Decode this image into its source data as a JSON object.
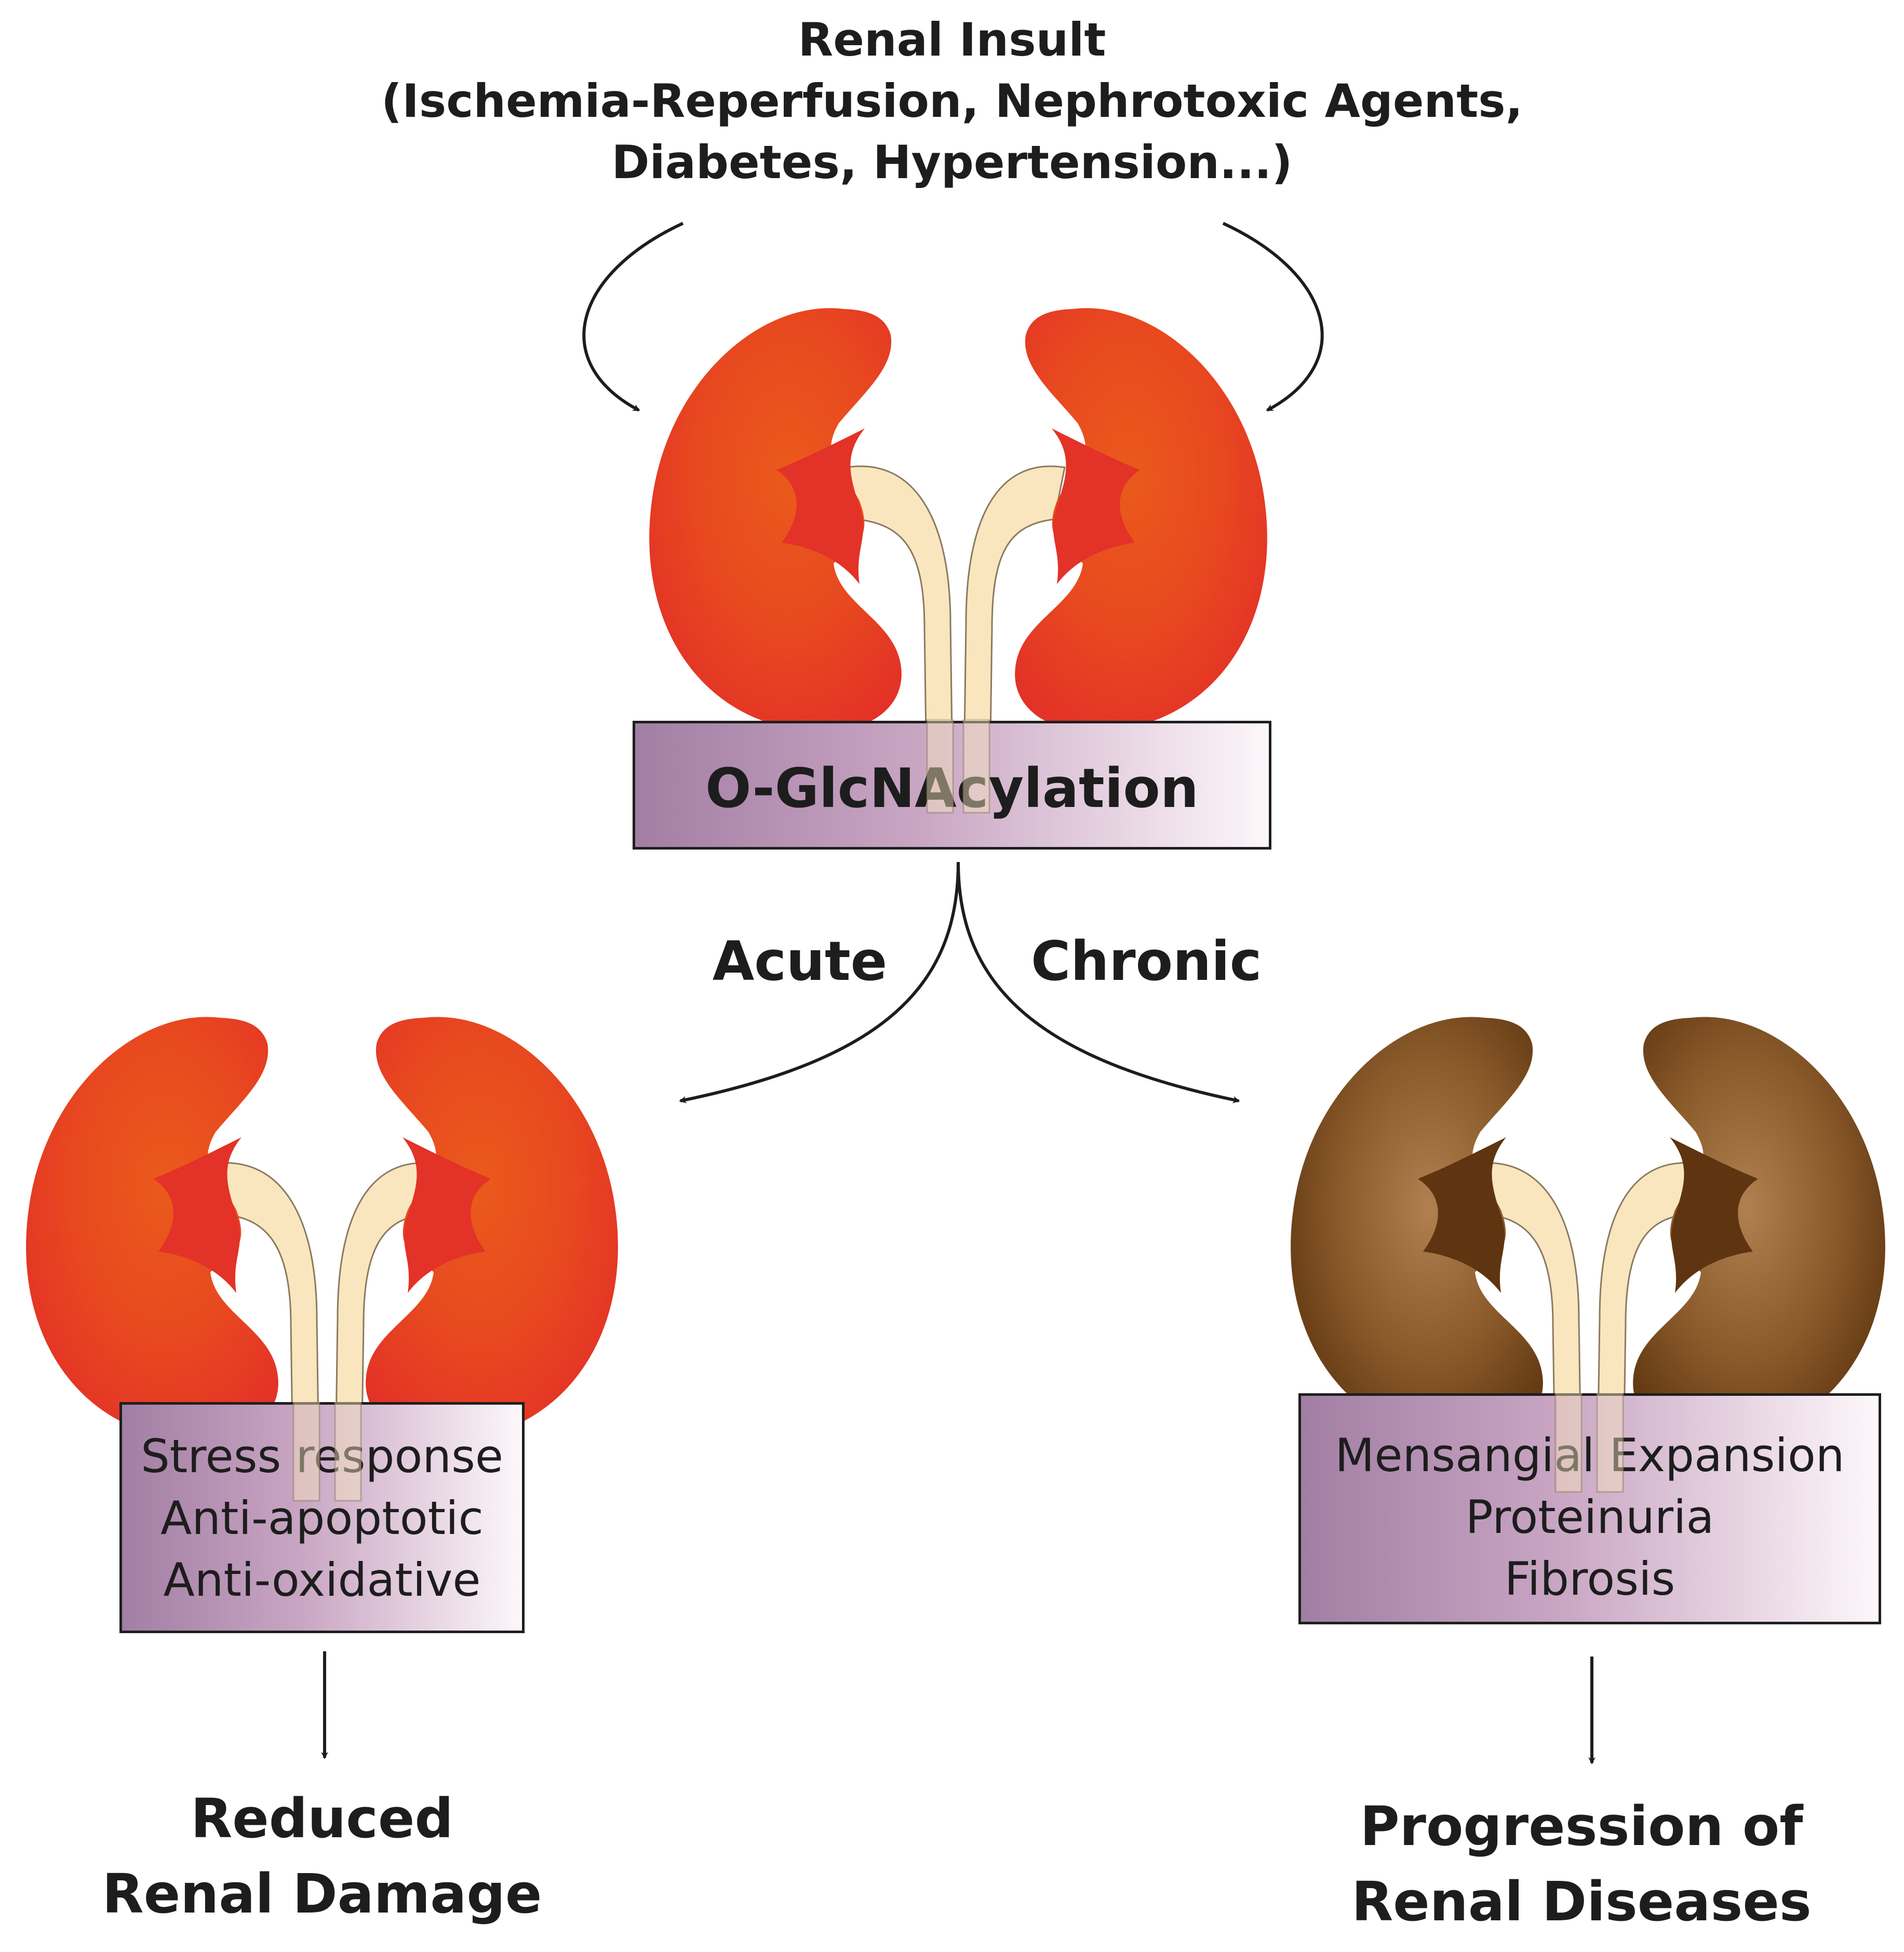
{
  "insult": {
    "title": "Renal Insult",
    "line2": "(Ischemia-Reperfusion, Nephrotoxic Agents,",
    "line3": "Diabetes, Hypertension...)"
  },
  "center": {
    "label": "O-GlcNAcylation"
  },
  "branches": {
    "acute": "Acute",
    "chronic": "Chronic"
  },
  "acute_box": {
    "lines": [
      "Stress response",
      "Anti-apoptotic",
      "Anti-oxidative"
    ]
  },
  "chronic_box": {
    "lines": [
      "Mensangial Expansion",
      "Proteinuria",
      "Fibrosis"
    ]
  },
  "outcomes": {
    "acute": [
      "Reduced",
      "Renal Damage"
    ],
    "chronic": [
      "Progression of",
      "Renal Diseases"
    ]
  },
  "colors": {
    "healthy_kidney": "#e93a2c",
    "healthy_kidney_highlight": "#ea5a1c",
    "diseased_kidney": "#6e3f14",
    "diseased_kidney_highlight": "#b08050",
    "ureter": "#f9e6bf",
    "box_gradient_start": "#a27ea4",
    "box_gradient_end": "#fdf7fa"
  }
}
